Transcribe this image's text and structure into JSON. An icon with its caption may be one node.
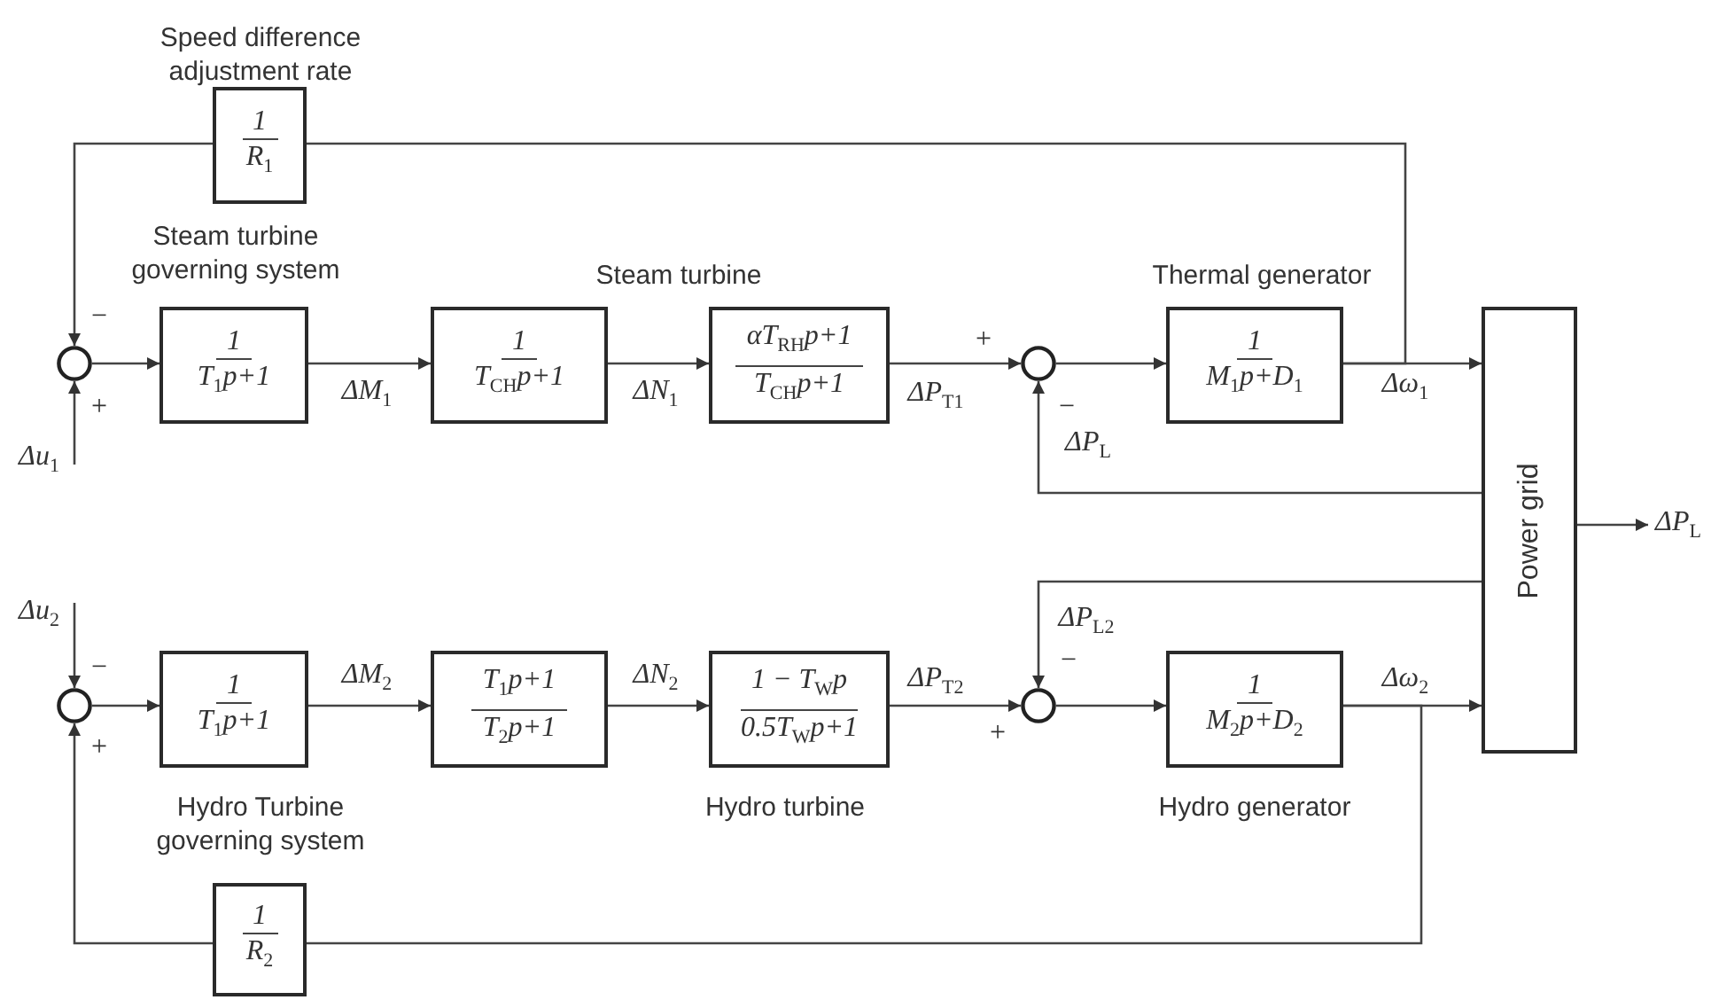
{
  "diagram": {
    "nodes": [
      {
        "text": [
          "1",
          "R$_{1}$"
        ],
        "beside": [
          "Speed difference adjustment rate"
        ]
      },
      {
        "text": [],
        "shape": "circle"
      },
      {
        "text": [
          "1",
          "T$_{1}$p+1"
        ],
        "beside": [
          "Steam turbine governing system"
        ]
      },
      {
        "text": [
          "1",
          "T$_{CH}$p+1"
        ]
      },
      {
        "text": [
          "αT$_{RH}$p+1",
          "T$_{CH}$p+1"
        ]
      },
      {
        "text": [],
        "shape": "circle"
      },
      {
        "text": [
          "1",
          "M$_{1}$p+D$_{1}$"
        ],
        "beside": [
          "Thermal generator"
        ]
      },
      {
        "text": [
          "Power grid"
        ]
      },
      {
        "text": [],
        "shape": "circle"
      },
      {
        "text": [
          "1",
          "T$_{1}$p+1"
        ],
        "beside": [
          "Hydro Turbine governing system"
        ]
      },
      {
        "text": [
          "T$_{1}$p+1",
          "T$_{2}$p+1"
        ]
      },
      {
        "text": [
          "1 − T$_{W}$p",
          "0.5T$_{W}$p+1"
        ],
        "beside": [
          "Hydro turbine"
        ]
      },
      {
        "text": [],
        "shape": "circle"
      },
      {
        "text": [
          "1",
          "M$_{2}$p+D$_{2}$"
        ],
        "beside": [
          "Hydro generator"
        ]
      },
      {
        "text": [
          "1",
          "R$_{2}$"
        ]
      }
    ],
    "edges": [
      {
        "from": null,
        "to": 1,
        "arrow": "to",
        "label": "Δu$_{1}$"
      },
      {
        "from": 1,
        "to": 2,
        "arrow": "to"
      },
      {
        "from": 2,
        "to": 3,
        "arrow": "to",
        "label": "ΔM$_{1}$"
      },
      {
        "from": 3,
        "to": 4,
        "arrow": "to",
        "label": "ΔN$_{1}$"
      },
      {
        "from": 4,
        "to": 5,
        "arrow": "to",
        "label": "ΔP$_{T1}$"
      },
      {
        "from": 5,
        "to": 6,
        "arrow": "to"
      },
      {
        "from": 6,
        "to": 7,
        "arrow": "to",
        "label": "Δω$_{1}$"
      },
      {
        "from": 6,
        "to": 0,
        "arrow": "none"
      },
      {
        "from": 0,
        "to": 1,
        "arrow": "to"
      },
      {
        "from": 7,
        "to": 5,
        "arrow": "to",
        "label": "ΔP$_{L}$"
      },
      {
        "from": 7,
        "to": null,
        "arrow": "to",
        "label": "ΔP$_{L}$"
      },
      {
        "from": null,
        "to": 8,
        "arrow": "to",
        "label": "Δu$_{2}$"
      },
      {
        "from": 8,
        "to": 9,
        "arrow": "to"
      },
      {
        "from": 9,
        "to": 10,
        "arrow": "to",
        "label": "ΔM$_{2}$"
      },
      {
        "from": 10,
        "to": 11,
        "arrow": "to",
        "label": "ΔN$_{2}$"
      },
      {
        "from": 11,
        "to": 12,
        "arrow": "to",
        "label": "ΔP$_{T2}$"
      },
      {
        "from": 12,
        "to": 13,
        "arrow": "to"
      },
      {
        "from": 13,
        "to": 7,
        "arrow": "to",
        "label": "Δω$_{2}$"
      },
      {
        "from": 13,
        "to": 14,
        "arrow": "none"
      },
      {
        "from": 14,
        "to": 8,
        "arrow": "to"
      },
      {
        "from": 7,
        "to": 12,
        "arrow": "to",
        "label": "ΔP$_{L2}$"
      }
    ],
    "labels": [
      "Steam turbine",
      "−",
      "+",
      "−",
      "+",
      "−",
      "−",
      "+",
      "+"
    ]
  }
}
